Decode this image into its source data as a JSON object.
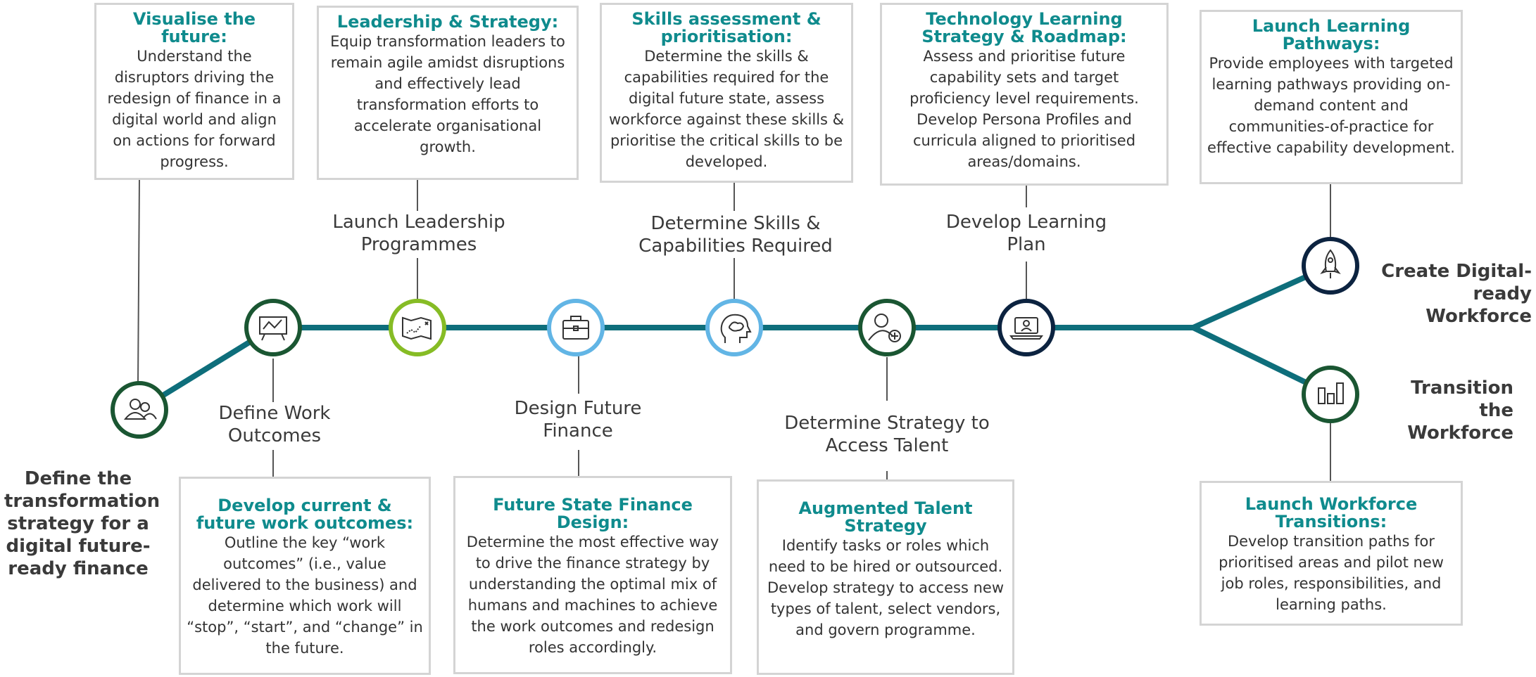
{
  "colors": {
    "timeline": "#0e6e7b",
    "dark_green": "#1a5632",
    "light_green": "#86bc25",
    "light_blue": "#62b5e5",
    "navy": "#0c2340",
    "accent_title": "#0f8b8d",
    "card_border": "#d4d4d4",
    "connector": "#555555"
  },
  "start_label": "Define the transformation strategy for a digital future-ready finance",
  "milestones": [
    {
      "label": "Define Work Outcomes",
      "icon": "presentation-board-icon",
      "ring_color": "#1a5632"
    },
    {
      "label": "Launch Leadership Programmes",
      "icon": "strategy-map-icon",
      "ring_color": "#86bc25"
    },
    {
      "label": "Design Future Finance",
      "icon": "briefcase-icon",
      "ring_color": "#62b5e5"
    },
    {
      "label": "Determine Skills & Capabilities Required",
      "icon": "brain-head-icon",
      "ring_color": "#62b5e5"
    },
    {
      "label": "Determine Strategy to Access Talent",
      "icon": "add-person-icon",
      "ring_color": "#1a5632"
    },
    {
      "label": "Develop Learning Plan",
      "icon": "laptop-user-icon",
      "ring_color": "#0c2340"
    }
  ],
  "start_icon": {
    "icon": "people-group-icon",
    "ring_color": "#1a5632"
  },
  "branches": [
    {
      "label": "Create Digital-ready Workforce",
      "icon": "rocket-icon",
      "ring_color": "#0c2340"
    },
    {
      "label": "Transition the Workforce",
      "icon": "bar-chart-icon",
      "ring_color": "#1a5632"
    }
  ],
  "cards_top": [
    {
      "title": "Visualise the future:",
      "body": "Understand the disruptors driving the redesign of finance in a digital world and align on actions for forward progress."
    },
    {
      "title": "Leadership & Strategy:",
      "body": "Equip transformation leaders to remain agile amidst disruptions and effectively lead transformation efforts to accelerate organisational growth."
    },
    {
      "title": "Skills assessment & prioritisation:",
      "body": "Determine the skills & capabilities required for the digital future state, assess workforce against these skills & prioritise the critical skills to be developed."
    },
    {
      "title": "Technology Learning Strategy & Roadmap:",
      "body": "Assess and prioritise future capability sets and target proficiency level requirements. Develop Persona Profiles and curricula aligned to prioritised areas/domains."
    },
    {
      "title": "Launch Learning Pathways:",
      "body": "Provide employees with targeted learning pathways providing on-demand content and communities-of-practice for effective capability development."
    }
  ],
  "cards_bottom": [
    {
      "title": "Develop current & future work outcomes:",
      "body": "Outline the key “work outcomes” (i.e., value delivered to the business) and determine which work will “stop”, “start”, and “change” in the future."
    },
    {
      "title": "Future State Finance Design:",
      "body": "Determine the most effective way to drive the finance strategy by understanding the optimal mix of humans and machines to achieve the work outcomes and redesign roles accordingly."
    },
    {
      "title": "Augmented Talent Strategy",
      "body": "Identify tasks or roles which need to be hired or outsourced. Develop strategy to access new types of talent, select vendors, and govern programme."
    },
    {
      "title": "Launch Workforce Transitions:",
      "body": "Develop transition paths for prioritised areas and pilot new job roles, responsibilities, and learning paths."
    }
  ]
}
